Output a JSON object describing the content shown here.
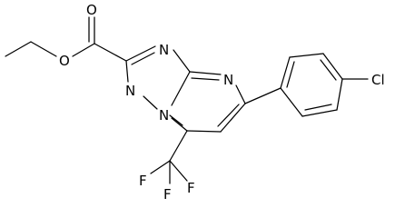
{
  "molecule": {
    "atoms": {
      "carbonyl_o": "O",
      "ester_o": "O",
      "n_triazole_top": "N",
      "n_pyrimidine": "N",
      "n_triazole_left": "N",
      "n_bridgehead": "N",
      "cl": "Cl",
      "f_left": "F",
      "f_middle": "F",
      "f_right": "F"
    },
    "colors": {
      "ink": "#000000",
      "background": "#ffffff"
    }
  }
}
